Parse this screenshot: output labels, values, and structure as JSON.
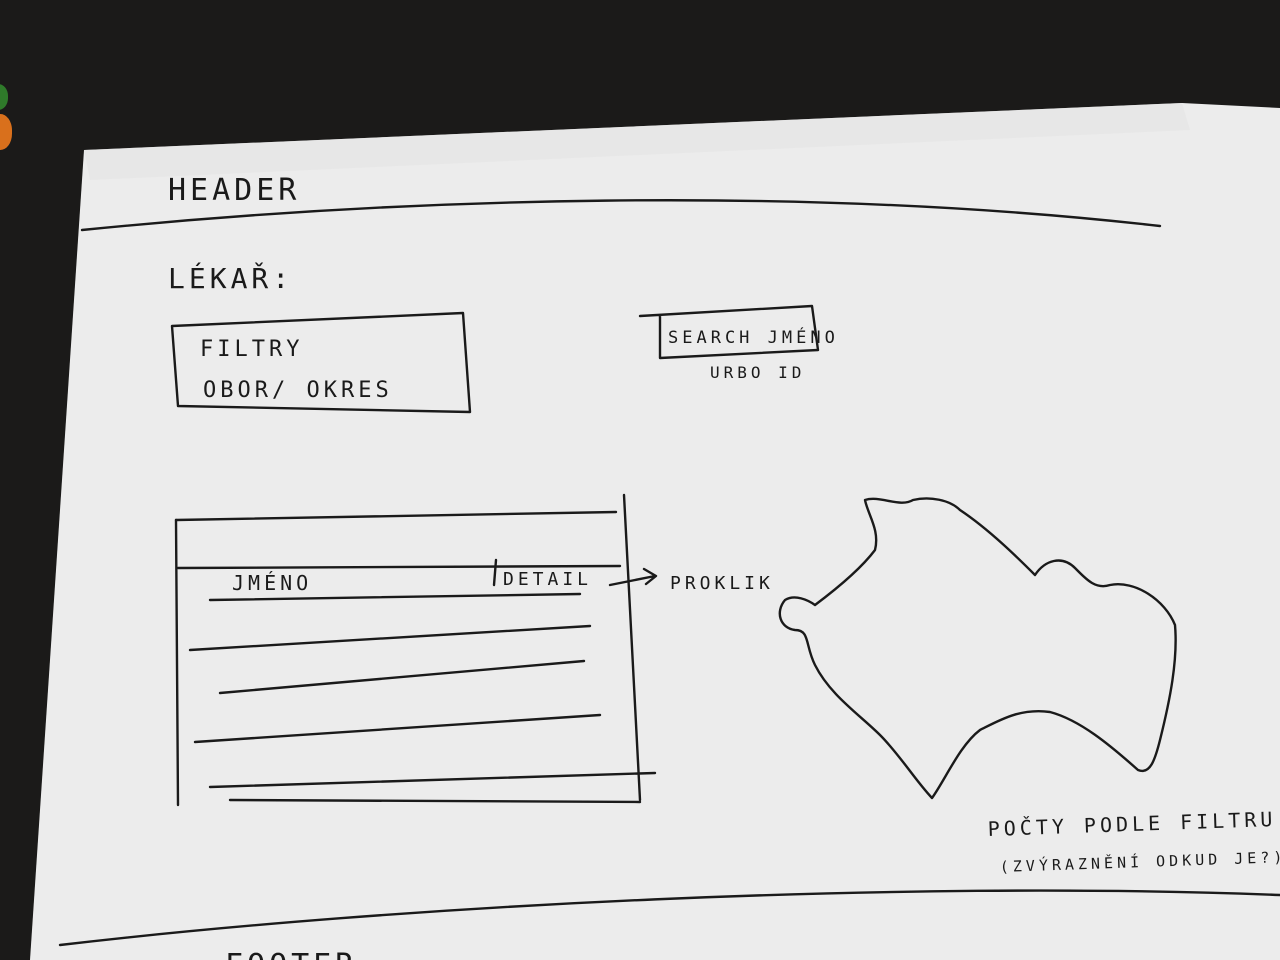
{
  "sketch": {
    "header_label": "HEADER",
    "page_title": "LÉKAŘ:",
    "filters": {
      "title": "FILTRY",
      "options": "OBOR/ OKRES"
    },
    "search": {
      "label": "SEARCH JMÉNO",
      "caption": "URBO ID"
    },
    "table": {
      "column_name": "JMÉNO",
      "column_detail": "DETAIL"
    },
    "link_note": "PROKLIK",
    "map_note": {
      "line1": "POČTY PODLE FILTRU",
      "line2": "(ZVÝRAZNĚNÍ ODKUD JE?)"
    },
    "footer_label": "FOOTER"
  },
  "colors": {
    "paper": "#ececec",
    "ink": "#1a1a1a",
    "desk": "#1b1a19"
  }
}
